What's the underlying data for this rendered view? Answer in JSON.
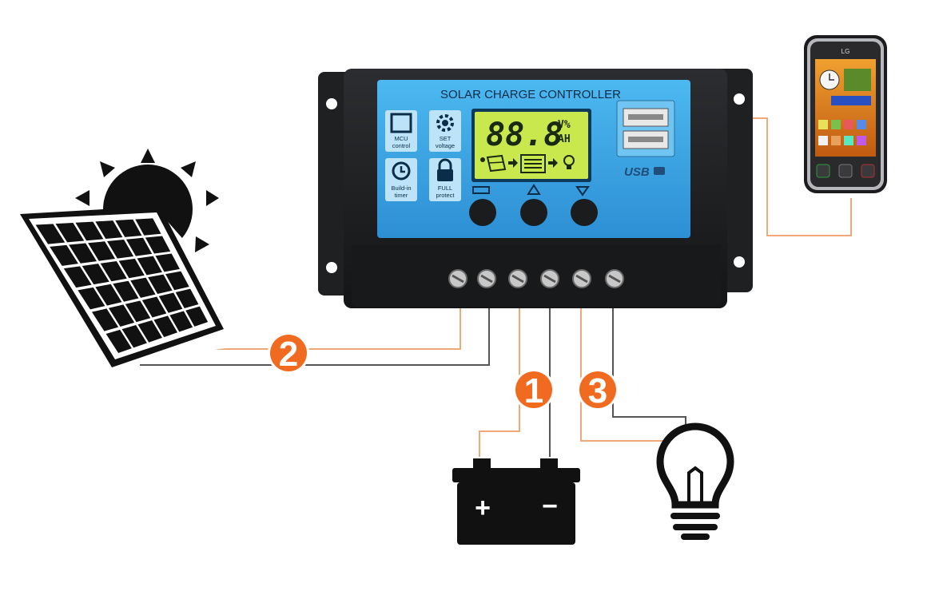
{
  "controller": {
    "title": "SOLAR CHARGE CONTROLLER",
    "display_digits": "88.8",
    "display_unit_top": "V%",
    "display_unit_bottom": "AH",
    "usb_label": "USB",
    "features": [
      {
        "icon": "chip-icon",
        "label_line1": "MCU",
        "label_line2": "control"
      },
      {
        "icon": "gear-icon",
        "label_line1": "SET",
        "label_line2": "voltage"
      },
      {
        "icon": "clock-icon",
        "label_line1": "Build-in",
        "label_line2": "timer"
      },
      {
        "icon": "lock-icon",
        "label_line1": "FULL",
        "label_line2": "protect"
      }
    ],
    "buttons": [
      {
        "icon": "menu-icon"
      },
      {
        "icon": "up-arrow-icon"
      },
      {
        "icon": "down-arrow-icon"
      }
    ]
  },
  "phone": {
    "brand": "LG"
  },
  "steps": [
    {
      "number": "1",
      "target": "battery"
    },
    {
      "number": "2",
      "target": "solar-panel"
    },
    {
      "number": "3",
      "target": "light-bulb"
    }
  ],
  "battery": {
    "plus": "+",
    "minus": "−"
  },
  "colors": {
    "accent_orange": "#f06a1f",
    "wire_orange": "#f0a878",
    "wire_gray": "#555555",
    "panel_blue": "#3aa6e6",
    "lcd_green": "#c9e84e",
    "housing": "#1d1e20"
  }
}
